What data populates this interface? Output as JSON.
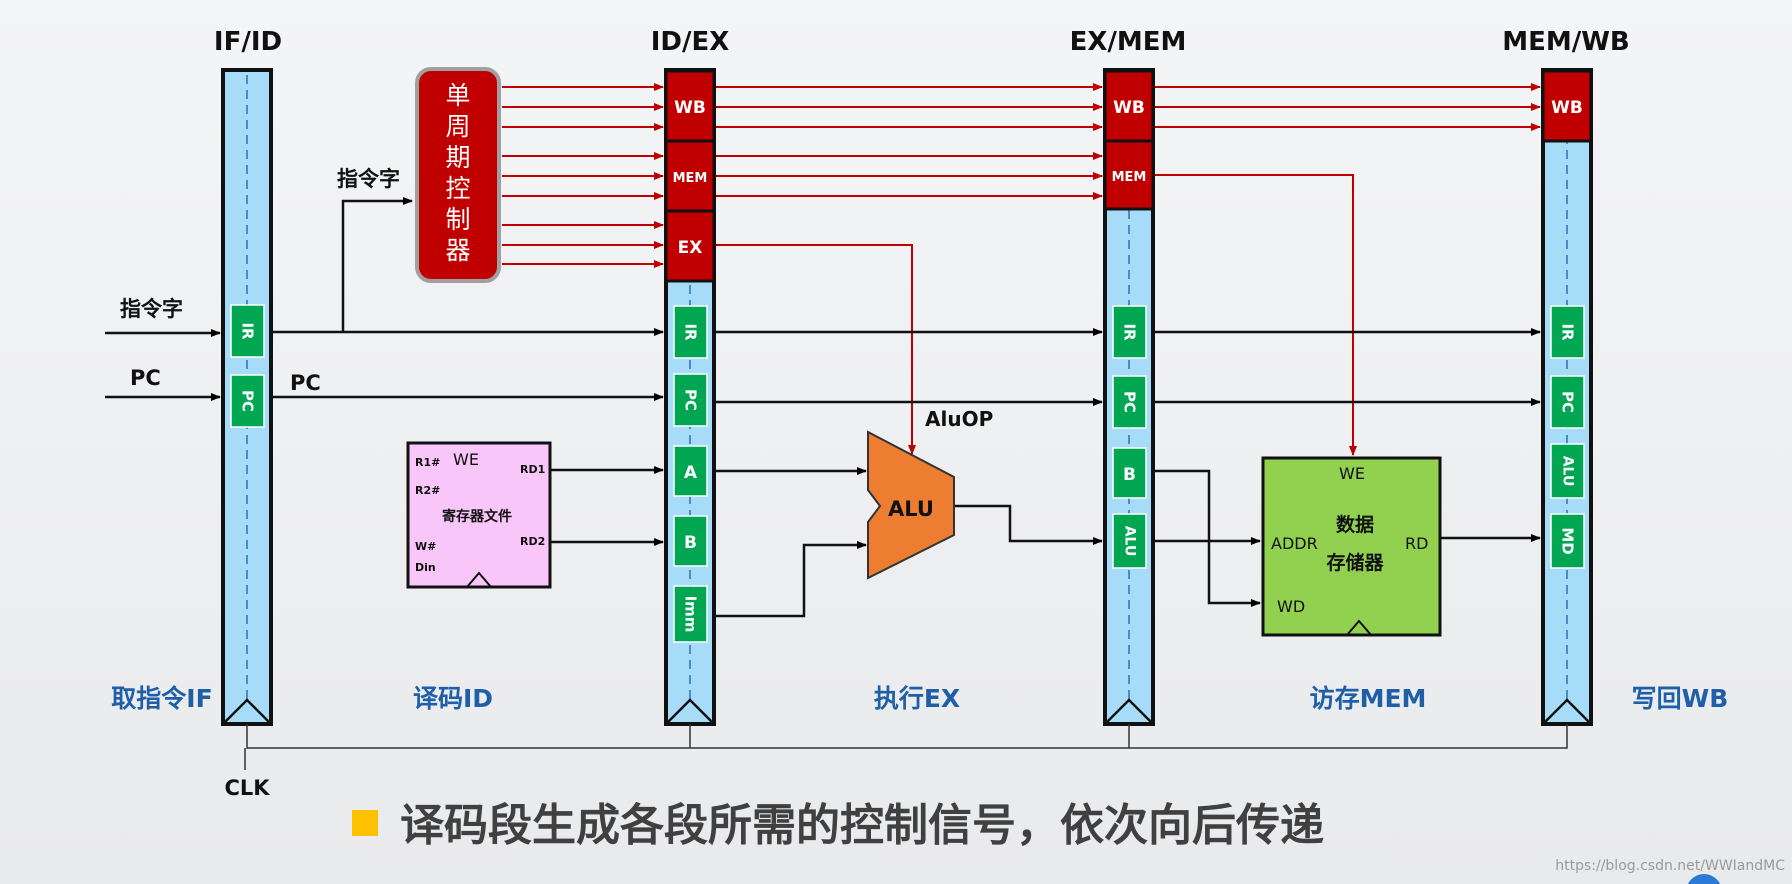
{
  "registers": {
    "ifid": "IF/ID",
    "idex": "ID/EX",
    "exmem": "EX/MEM",
    "memwb": "MEM/WB"
  },
  "control_unit": [
    "单",
    "周",
    "期",
    "控",
    "制",
    "器"
  ],
  "fields": {
    "wb": "WB",
    "mem": "MEM",
    "ex": "EX",
    "ir": "IR",
    "pc": "PC",
    "a": "A",
    "b": "B",
    "imm": "Imm",
    "alu": "ALU",
    "md": "MD"
  },
  "labels": {
    "instr_word_top": "指令字",
    "instr_word_left": "指令字",
    "pc_in": "PC",
    "pc_mid": "PC",
    "aluop": "AluOP",
    "alu": "ALU",
    "clk": "CLK"
  },
  "regfile": {
    "r1": "R1#",
    "r2": "R2#",
    "we": "WE",
    "rd1": "RD1",
    "rd2": "RD2",
    "title": "寄存器文件",
    "w": "W#",
    "din": "Din"
  },
  "datamem": {
    "we": "WE",
    "addr": "ADDR",
    "rd": "RD",
    "wd": "WD",
    "title1": "数据",
    "title2": "存储器"
  },
  "stages": {
    "if": "取指令IF",
    "id": "译码ID",
    "ex": "执行EX",
    "mem": "访存MEM",
    "wb": "写回WB"
  },
  "caption": "译码段生成各段所需的控制信号，依次向后传递",
  "watermark": "https://blog.csdn.net/WWIandMC",
  "colors": {
    "pipe_reg": "#a6dcf7",
    "control_red": "#c00000",
    "field_green": "#00a651",
    "alu_orange": "#ed7d31",
    "mem_green": "#92d050",
    "regfile_pink": "#f9c6f9",
    "stage_blue": "#1f5fa8",
    "bullet": "#ffc000"
  }
}
